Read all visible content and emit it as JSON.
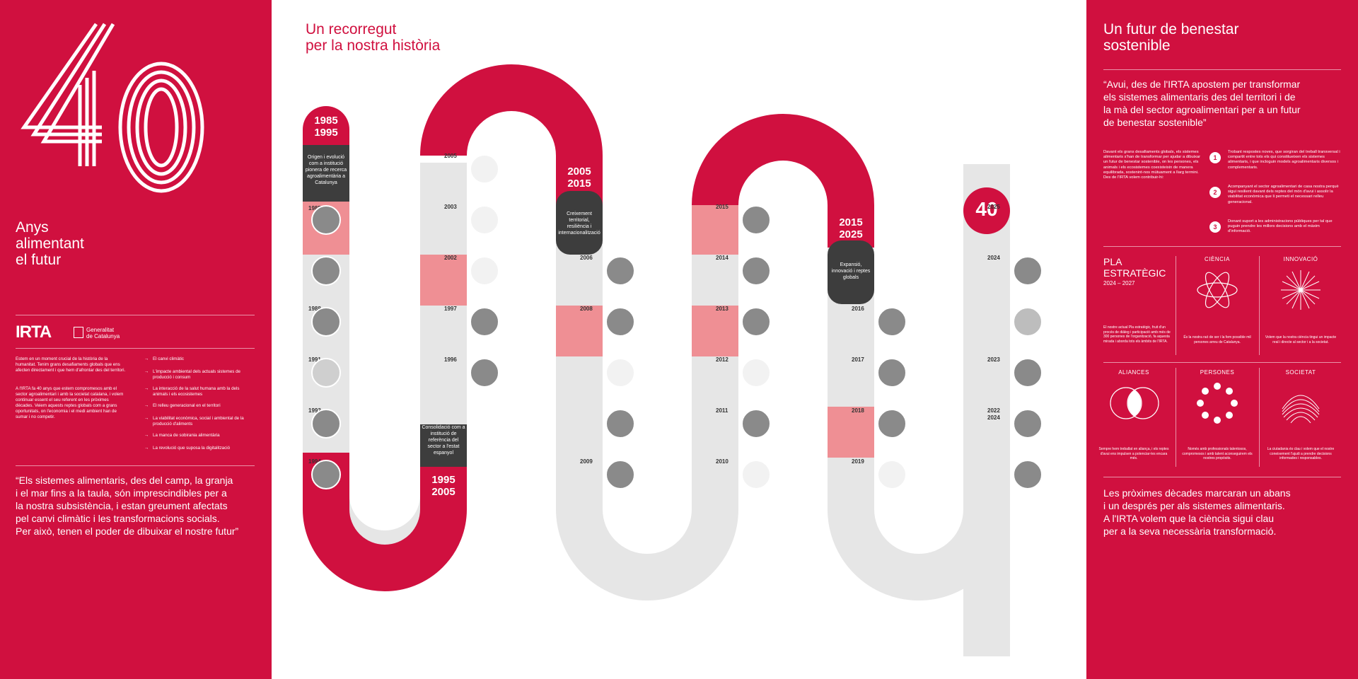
{
  "colors": {
    "brand_red": "#d0103f",
    "dark_grey": "#3d3d3d",
    "light_grey": "#e6e6e6",
    "pink": "#ef8f94"
  },
  "left": {
    "big_number": "40",
    "subtitle": [
      "Anys",
      "alimentant",
      "el futur"
    ],
    "logo_irta": "IRTA",
    "logo_gen_line1": "Generalitat",
    "logo_gen_line2": "de Catalunya",
    "intro_p1": "Estem en un moment crucial de la història de la humanitat. Tenim grans desafiaments globals que ens afecten directament i que hem d'afrontar des del territori.",
    "intro_p2": "A l'IRTA fa 40 anys que estem compromesos amb el sector agroalimentari i amb la societat catalana, i volem continuar essent el seu referent en les pròximes dècades. Veiem aquests reptes globals com a grans oportunitats, on l'economia i el medi ambient han de sumar i no competir.",
    "challenges": [
      "El canvi climàtic",
      "L'impacte ambiental dels actuals sistemes de producció i consum",
      "La interacció de la salut humana amb la dels animals i els ecosistemes",
      "El relleu generacional en el territori",
      "La viabilitat econòmica, social i ambiental de la producció d'aliments",
      "La manca de sobirania alimentària",
      "La revolució que suposa la digitalització"
    ],
    "quote": [
      "“Els sistemes alimentaris, des del camp, la granja",
      "i el mar fins a la taula, són imprescindibles per a",
      "la nostra subsistència, i estan greument afectats",
      "pel canvi climàtic i les transformacions socials.",
      "Per això, tenen el poder de dibuixar el nostre futur”"
    ]
  },
  "center": {
    "title": [
      "Un recorregut",
      "per la nostra història"
    ],
    "era1": {
      "years": [
        "1985",
        "1995"
      ],
      "label": "Origen i evolució com a institució pionera de recerca agroalimentària a Catalunya"
    },
    "era2": {
      "years": [
        "1995",
        "2005"
      ],
      "label": "Consolidació com a institució de referència del sector a l'estat espanyol"
    },
    "era3": {
      "years": [
        "2005",
        "2015"
      ],
      "label": "Creixement territorial, resiliència i internacionalització"
    },
    "era4": {
      "years": [
        "2015",
        "2025"
      ],
      "label": "Expansió, innovació i reptes globals"
    },
    "col1_years": [
      "1985",
      "1988",
      "1991",
      "1993",
      "1994"
    ],
    "col2_years": [
      "2005",
      "2003",
      "2002",
      "1997",
      "1996"
    ],
    "col3_years": [
      "2006",
      "2008",
      "2009"
    ],
    "col4_years": [
      "2015",
      "2014",
      "2013",
      "2012",
      "2011",
      "2010"
    ],
    "col5_years": [
      "2016",
      "2017",
      "2018",
      "2019"
    ],
    "col6_years": [
      "2025",
      "2024",
      "2023",
      "2022",
      "2024"
    ]
  },
  "right": {
    "title": [
      "Un futur de benestar",
      "sostenible"
    ],
    "quote": [
      "“Avui, des de l'IRTA apostem per transformar",
      "els sistemes alimentaris des del territori i de",
      "la mà del sector agroalimentari per a un futur",
      "de benestar sostenible”"
    ],
    "intro": "Davant els grans desafiaments globals, els sistemes alimentaris s'han de transformar per ajudar a dibuixar un futur de benestar sostenible, on les persones, els animals i els ecosistemes coexisteixin de manera equilibrada, sostenint-nos mútuament a llarg termini. Des de l'IRTA volem contribuir-hi:",
    "points": [
      {
        "n": "1",
        "text": "Trobant respostes noves, que sorgiran del treball transversal i compartit entre tots els qui constitueixen els sistemes alimentaris, i que incloguin models agroalimentaris diversos i complementaris."
      },
      {
        "n": "2",
        "text": "Acompanyant el sector agroalimentari de casa nostra perquè sigui resilient davant dels reptes del món d'avui i assolir la viabilitat econòmica que li permeti el necessari relleu generacional."
      },
      {
        "n": "3",
        "text": "Donant suport a les administracions públiques per tal que puguin prendre les millors decisions amb el màxim d'informació."
      }
    ],
    "pla_title": [
      "PLA",
      "ESTRATÈGIC"
    ],
    "pla_years": "2024 – 2027",
    "pla_text": "El nostre actual Pla estratègic, fruit d'un procés de diàleg i participació amb més de 300 persones de l'organització, fa aquesta mirada i aborda tots els àmbits de l'IRTA.",
    "ciencia_title": "CIÈNCIA",
    "ciencia_text": "És la nostra raó de ser i la fem possible mil persones arreu de Catalunya.",
    "innovacio_title": "INNOVACIÓ",
    "innovacio_text": "Volem que la nostra ciència tingui un impacte real i directe al sector i a la societat.",
    "aliances_title": "ALIANCES",
    "aliances_text": "Sempre hem treballat en aliança, i els reptes d'avui ens impulsen a potenciar-les encara més.",
    "persones_title": "PERSONES",
    "persones_text": "Només amb professionals talentosos, compromesos i amb talent aconseguirem els nostres propòsits.",
    "societat_title": "SOCIETAT",
    "societat_text": "La ciutadania és clau i volem que el nostre coneixement l'ajudi a prendre decisions informades i responsables.",
    "closing": [
      "Les pròximes dècades marcaran un abans",
      "i un després per als sistemes alimentaris.",
      "A l'IRTA volem que la ciència sigui clau",
      "per a la seva necessària transformació."
    ]
  }
}
